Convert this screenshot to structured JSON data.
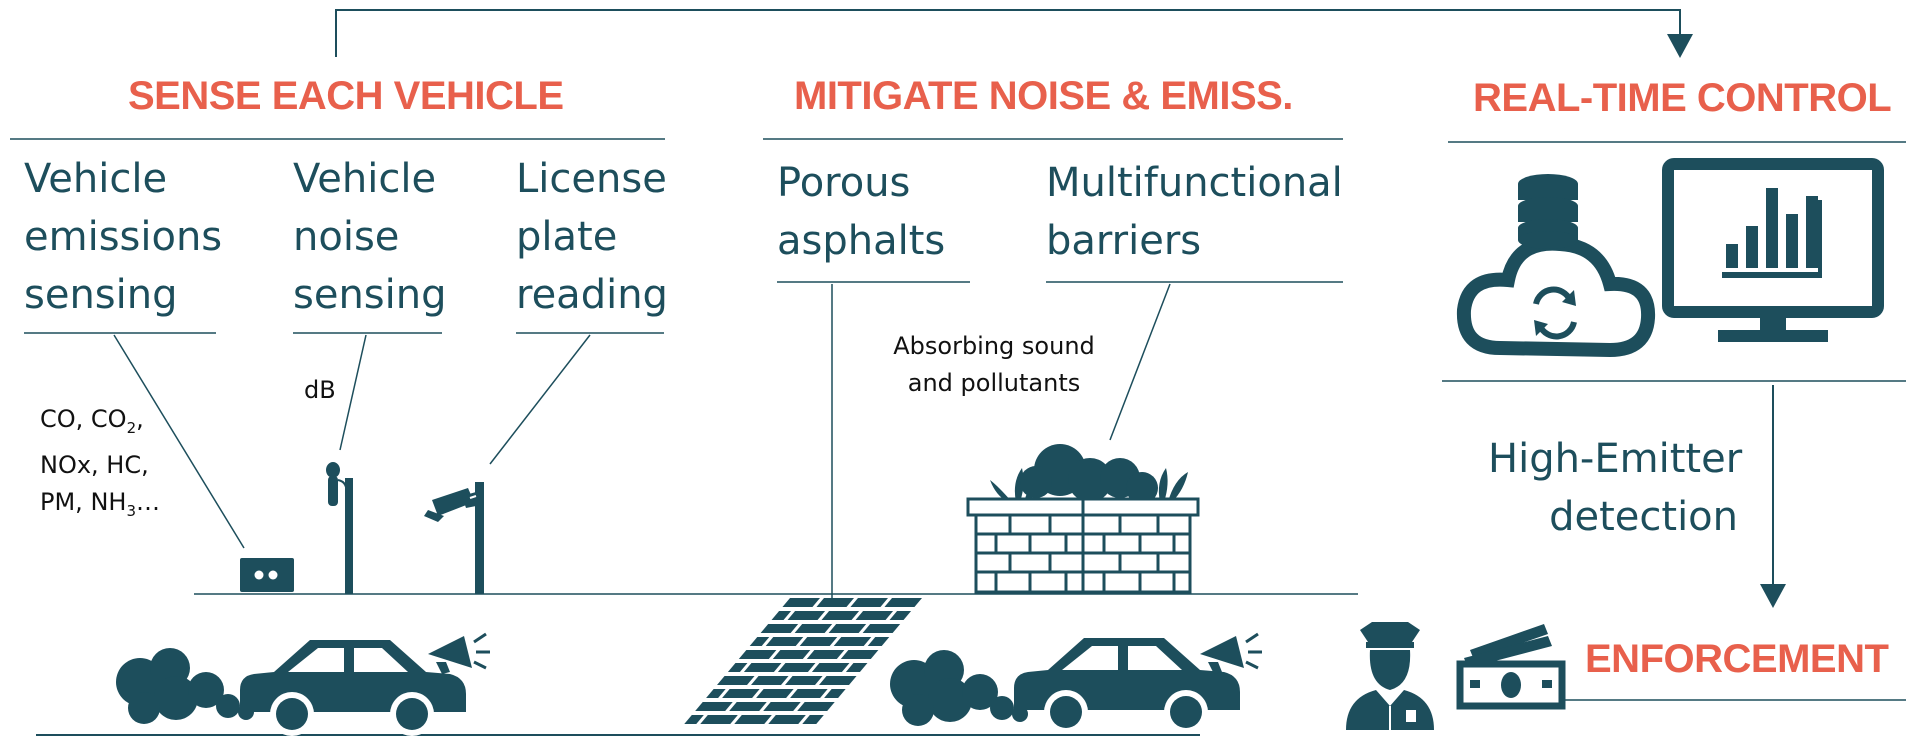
{
  "colors": {
    "accent": "#e8604c",
    "primary": "#1d4e5c",
    "text": "#111111"
  },
  "sections": {
    "sense": {
      "heading": "SENSE EACH VEHICLE",
      "items": [
        {
          "lines": [
            "Vehicle",
            "emissions",
            "sensing"
          ]
        },
        {
          "lines": [
            "Vehicle",
            "noise",
            "sensing"
          ]
        },
        {
          "lines": [
            "License",
            "plate",
            "reading"
          ]
        }
      ],
      "pollutants": {
        "line1_a": "CO, CO",
        "line1_sub": "2",
        "line1_b": ",",
        "line2": "NOx, HC,",
        "line3_a": "PM, NH",
        "line3_sub": "3",
        "line3_b": "…"
      },
      "noise_unit": "dB"
    },
    "mitigate": {
      "heading": "MITIGATE NOISE & EMISS.",
      "items": [
        {
          "lines": [
            "Porous",
            "asphalts"
          ]
        },
        {
          "lines": [
            "Multifunctional",
            "barriers"
          ]
        }
      ],
      "barrier_note": [
        "Absorbing sound",
        "and pollutants"
      ]
    },
    "control": {
      "heading": "REAL-TIME CONTROL",
      "detection": [
        "High-Emitter",
        "detection"
      ]
    },
    "enforcement": {
      "heading": "ENFORCEMENT"
    },
    "icons": [
      "cloud-database-icon",
      "monitor-chart-icon",
      "police-officer-icon",
      "cash-icon",
      "car-icon",
      "smoke-icon",
      "megaphone-icon",
      "sensor-box-icon",
      "microphone-pole-icon",
      "camera-pole-icon",
      "hedge-wall-icon",
      "porous-asphalt-icon"
    ]
  }
}
